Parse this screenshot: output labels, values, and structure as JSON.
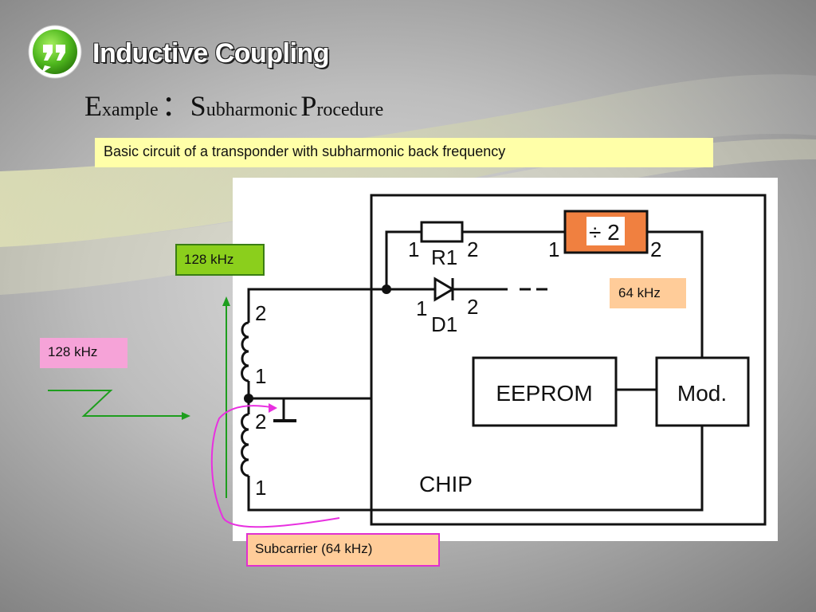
{
  "slide": {
    "title": "Inductive Coupling",
    "subtitle": {
      "w1_cap": "E",
      "w1_rest": "xample",
      "colon": "：",
      "w2_cap": "S",
      "w2_rest": "ubharmonic",
      "w3_cap": "P",
      "w3_rest": "rocedure"
    },
    "caption": "Basic circuit of a transponder with subharmonic back frequency"
  },
  "labels": {
    "freq_128_top": "128 kHz",
    "freq_128_left": "128 kHz",
    "freq_64": "64 kHz",
    "subcarrier": "Subcarrier (64 kHz)"
  },
  "diagram": {
    "r1_label": "R1",
    "d1_label": "D1",
    "divider_label": "÷ 2",
    "eeprom_label": "EEPROM",
    "mod_label": "Mod.",
    "chip_label": "CHIP",
    "pin_1": "1",
    "pin_2": "2"
  },
  "colors": {
    "logo_green": "#4fb81e",
    "divider_fill": "#f08040",
    "green_box": "#8bcf1c",
    "pink_box": "#f6a3d8",
    "peach_box": "#ffcc99",
    "caption_bg": "#ffffa8",
    "magenta_arrow": "#e830e0",
    "green_arrow": "#1e9e1e"
  },
  "icons": {
    "logo": "speech-quote-icon"
  }
}
